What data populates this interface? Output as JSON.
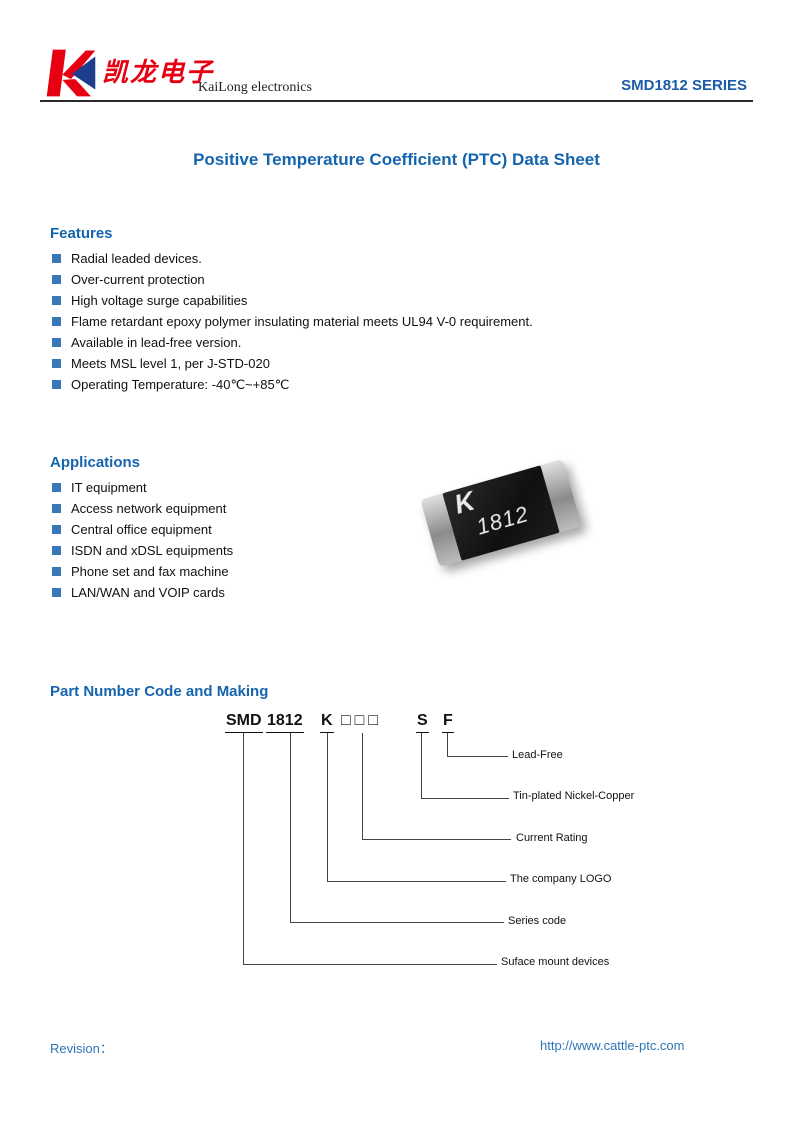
{
  "header": {
    "logo_chinese": "凯龙电子",
    "logo_english": "KaiLong electronics",
    "series": "SMD1812   SERIES"
  },
  "title": "Positive Temperature Coefficient (PTC) Data Sheet",
  "features": {
    "heading": "Features",
    "items": [
      "Radial leaded devices.",
      "Over-current protection",
      "High voltage surge capabilities",
      "Flame retardant epoxy polymer insulating material meets UL94 V-0 requirement.",
      "Available in lead-free version.",
      "Meets MSL level 1, per J-STD-020",
      "Operating Temperature: -40℃~+85℃"
    ]
  },
  "applications": {
    "heading": "Applications",
    "items": [
      "IT equipment",
      "Access network equipment",
      "Central office equipment",
      "ISDN and xDSL equipments",
      "Phone set and fax machine",
      "LAN/WAN and VOIP cards"
    ]
  },
  "component_image": {
    "marking_logo": "K",
    "marking_size": "1812"
  },
  "part_number": {
    "heading": "Part Number Code and Making",
    "segments": {
      "smd": "SMD",
      "series": "1812",
      "logo": "K",
      "boxes": "□□□",
      "plating": "S",
      "leadfree": "F"
    },
    "callouts": {
      "leadfree": "Lead-Free",
      "plating": "Tin-plated Nickel-Copper",
      "current": "Current Rating",
      "logo": "The company LOGO",
      "series": "Series code",
      "smd": "Suface mount devices"
    }
  },
  "footer": {
    "revision": "Revision：",
    "url": "http://www.cattle-ptc.com"
  },
  "colors": {
    "heading_blue": "#1565ae",
    "series_blue": "#1a5ca8",
    "bullet_blue": "#3a77b8",
    "logo_red": "#e60012",
    "logo_navy": "#1e3c8c",
    "footer_blue": "#2e75b6"
  }
}
